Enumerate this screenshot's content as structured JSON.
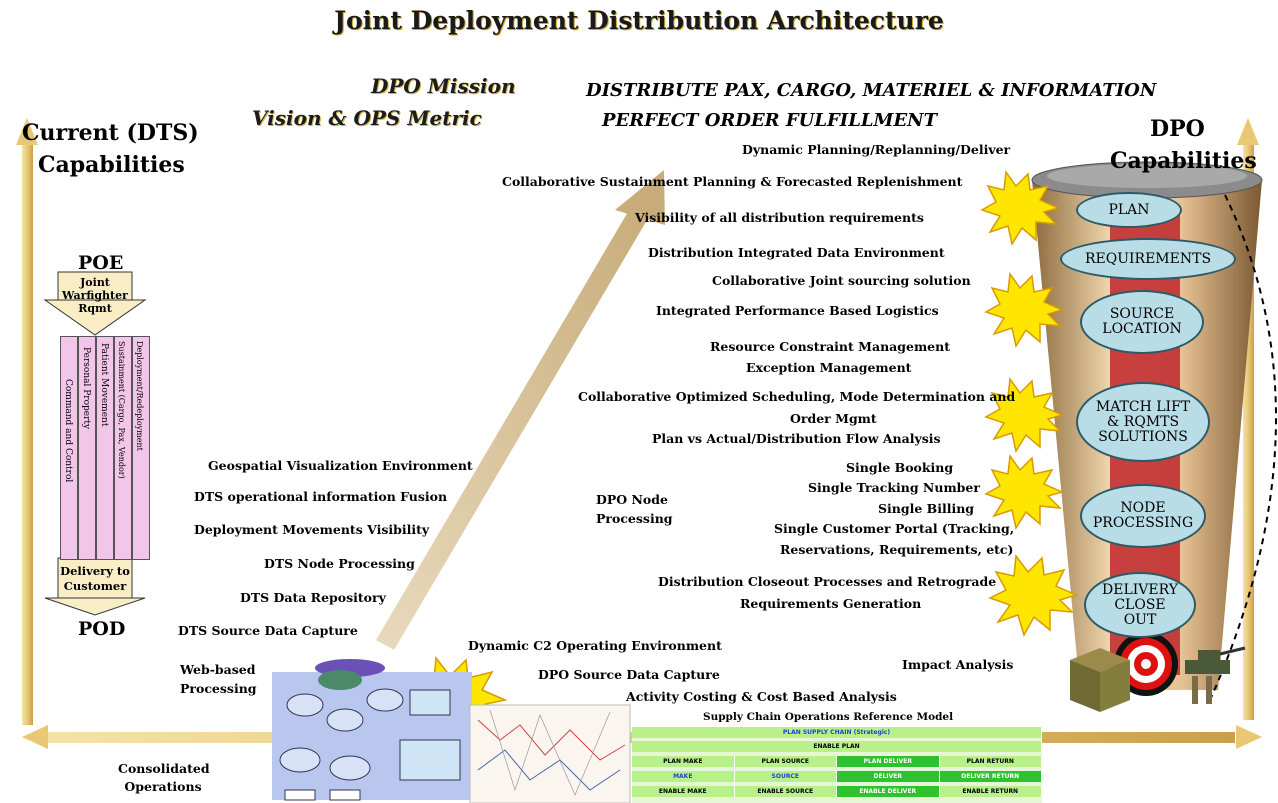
{
  "title": "Joint Deployment Distribution Architecture",
  "mission": {
    "label1": "DPO Mission",
    "label2": "Vision & OPS Metric",
    "statement1": "DISTRIBUTE PAX, CARGO, MATERIEL & INFORMATION",
    "statement2": "PERFECT ORDER FULFILLMENT"
  },
  "left_axis": {
    "heading_line1": "Current (DTS)",
    "heading_line2": "Capabilities",
    "poe": "POE",
    "top_arrow_text": [
      "Joint",
      "Warfighter",
      "Rqmt"
    ],
    "bars": [
      "Command and Control",
      "Personal Property",
      "Patient Movement",
      "Sustainment (Cargo, Pax, Vendor)",
      "Deployment/Redeployment"
    ],
    "bottom_arrow_text": [
      "Delivery to",
      "Customer"
    ],
    "pod": "POD"
  },
  "right_axis": {
    "heading_line1": "DPO",
    "heading_line2": "Capabilities",
    "ovals": [
      "PLAN",
      "REQUIREMENTS",
      "SOURCE LOCATION",
      "MATCH LIFT & RQMTS SOLUTIONS",
      "NODE PROCESSING",
      "DELIVERY CLOSE OUT"
    ]
  },
  "dts_capabilities": [
    "Geospatial Visualization Environment",
    "DTS operational information Fusion",
    "Deployment Movements Visibility",
    "DTS Node Processing",
    "DTS Data Repository",
    "DTS Source Data Capture"
  ],
  "web_based": [
    "Web-based",
    "Processing"
  ],
  "consolidated": [
    "Consolidated",
    "Operations"
  ],
  "dpo_node": [
    "DPO Node",
    "Processing"
  ],
  "dpo_capabilities": {
    "dynamic_planning": "Dynamic Planning/Replanning/Deliver",
    "collab_sustainment": "Collaborative Sustainment Planning & Forecasted Replenishment",
    "visibility": "Visibility of all distribution requirements",
    "dide": "Distribution Integrated Data Environment",
    "joint_sourcing": "Collaborative Joint sourcing solution",
    "ipbl": "Integrated Performance Based Logistics",
    "resource_constraint": "Resource Constraint Management",
    "exception": "Exception Management",
    "scheduling_1": "Collaborative Optimized Scheduling, Mode Determination and",
    "scheduling_2": "Order Mgmt",
    "plan_vs_actual": "Plan vs Actual/Distribution Flow Analysis",
    "single_booking": "Single Booking",
    "single_tracking": "Single Tracking Number",
    "single_billing": "Single Billing",
    "portal_1": "Single Customer Portal (Tracking,",
    "portal_2": "Reservations, Requirements, etc)",
    "closeout_1": "Distribution Closeout Processes and Retrograde",
    "closeout_2": "Requirements Generation",
    "dynamic_c2": "Dynamic C2 Operating Environment",
    "dpo_source": "DPO Source Data Capture",
    "impact": "Impact Analysis",
    "activity_costing": "Activity Costing & Cost Based Analysis",
    "scor": "Supply Chain Operations Reference Model"
  },
  "scor_table": {
    "row1": [
      "PLAN SUPPLY CHAIN (Strategic)"
    ],
    "row2": [
      "ENABLE PLAN"
    ],
    "row3": [
      "PLAN MAKE",
      "PLAN SOURCE",
      "PLAN DELIVER",
      "PLAN RETURN"
    ],
    "row4": [
      "MAKE",
      "SOURCE",
      "DELIVER",
      "DELIVER RETURN"
    ],
    "row5": [
      "ENABLE MAKE",
      "ENABLE SOURCE",
      "ENABLE DELIVER",
      "ENABLE RETURN"
    ]
  },
  "colors": {
    "axis_gold": "#e8c873",
    "pink_bars": "#f2c6e9",
    "oval_fill": "#b9dde6",
    "funnel_red": "#c0262b",
    "starburst": "#ffe600",
    "scor_green": "#b8f08a"
  }
}
